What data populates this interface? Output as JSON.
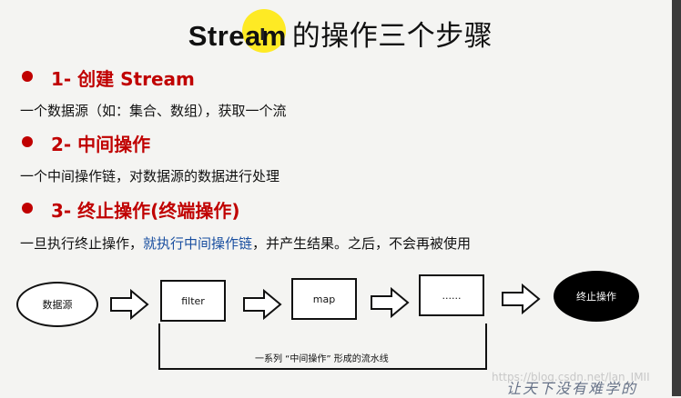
{
  "title": {
    "en": "Stream",
    "cn": "的操作三个步骤"
  },
  "steps": [
    {
      "heading": "1- 创建 Stream",
      "desc": "一个数据源（如：集合、数组），获取一个流"
    },
    {
      "heading": "2- 中间操作",
      "desc": "一个中间操作链，对数据源的数据进行处理"
    },
    {
      "heading": "3- 终止操作(终端操作)",
      "desc_before": "一旦执行终止操作，",
      "desc_highlight": "就执行中间操作链",
      "desc_after": "，并产生结果。之后，不会再被使用"
    }
  ],
  "diagram": {
    "source": "数据源",
    "stages": [
      "filter",
      "map",
      "......"
    ],
    "terminal": "终止操作",
    "pipeline_label": "一系列 “中间操作” 形成的流水线"
  },
  "watermark": "https://blog.csdn.net/lan_IMII",
  "handwriting": "让天下没有难学的",
  "colors": {
    "heading": "#c00000",
    "highlight": "#1a4fa0",
    "cursor": "#ffe800"
  }
}
